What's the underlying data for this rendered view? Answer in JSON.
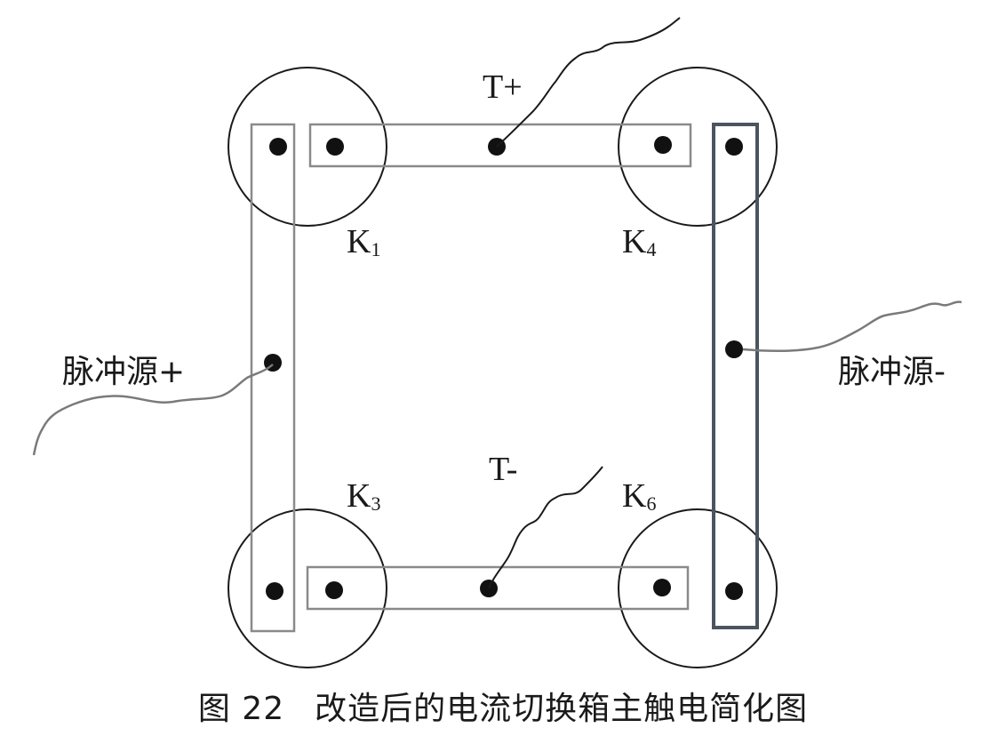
{
  "labels": {
    "t_plus": "T+",
    "t_minus": "T-",
    "k1": {
      "main": "K",
      "sub": "1"
    },
    "k3": {
      "main": "K",
      "sub": "3"
    },
    "k4": {
      "main": "K",
      "sub": "4"
    },
    "k6": {
      "main": "K",
      "sub": "6"
    },
    "pulse_plus": "脉冲源+",
    "pulse_minus": "脉冲源-"
  },
  "caption": {
    "number": "图 22",
    "title": "改造后的电流切换箱主触电简化图"
  },
  "colors": {
    "stroke_dark": "#1a1a1a",
    "bar_gray": "#8a8a8a",
    "bar_highlight": "#4a5560",
    "wire_gray": "#7a7a7a"
  }
}
